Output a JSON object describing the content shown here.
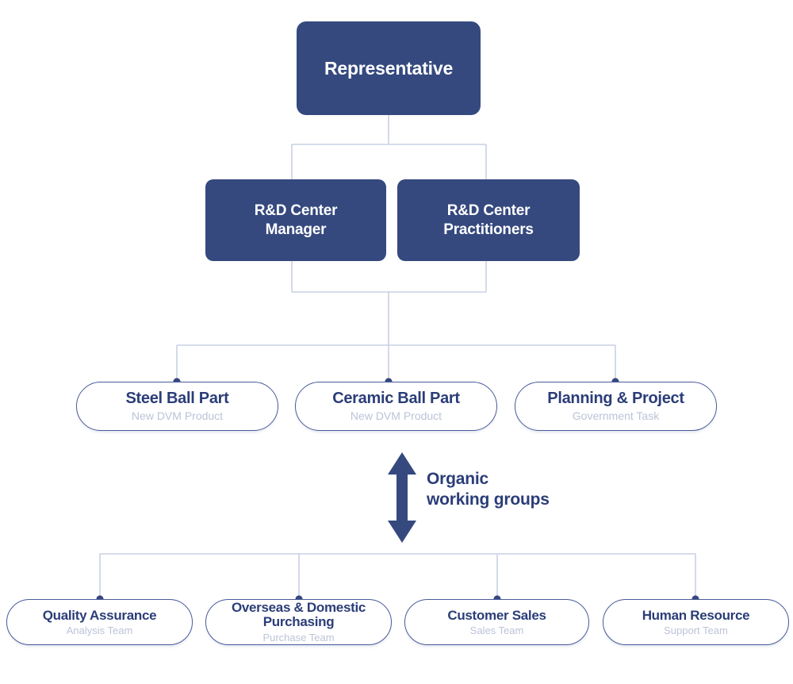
{
  "diagram": {
    "title_node": {
      "label": "Representative"
    },
    "colors": {
      "navy_fill": "#35497f",
      "pill_border": "#4a5b9b",
      "pill_title": "#2b3d78",
      "pill_subtitle": "#bcc3d8",
      "connector_line": "#c9d0e4",
      "connector_dot": "#36477f",
      "background": "#ffffff"
    },
    "level_2": [
      {
        "label_line1": "R&D Center",
        "label_line2": "Manager"
      },
      {
        "label_line1": "R&D Center",
        "label_line2": "Practitioners"
      }
    ],
    "level_3": [
      {
        "title": "Steel Ball Part",
        "subtitle": "New DVM Product"
      },
      {
        "title": "Ceramic Ball Part",
        "subtitle": "New DVM Product"
      },
      {
        "title": "Planning & Project",
        "subtitle": "Government Task"
      }
    ],
    "connector_note": {
      "line1": "Organic",
      "line2": "working groups",
      "icon": "double-headed-vertical-arrow"
    },
    "level_4": [
      {
        "title": "Quality Assurance",
        "subtitle": "Analysis Team"
      },
      {
        "title_line1": "Overseas & Domestic",
        "title_line2": "Purchasing",
        "subtitle": "Purchase Team"
      },
      {
        "title": "Customer Sales",
        "subtitle": "Sales Team"
      },
      {
        "title": "Human Resource",
        "subtitle": "Support Team"
      }
    ]
  }
}
